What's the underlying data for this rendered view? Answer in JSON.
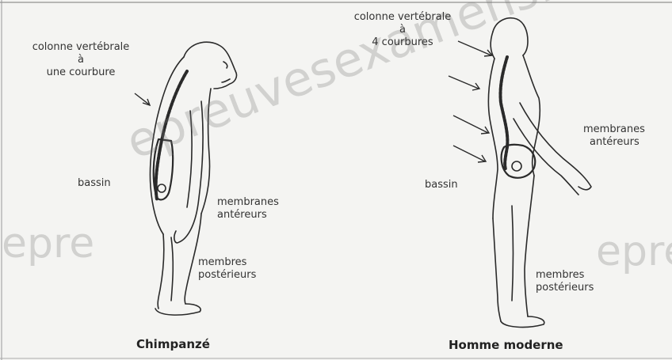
{
  "left": {
    "spine_label": [
      "colonne vertébrale",
      "à",
      "une courbure"
    ],
    "pelvis_label": "bassin",
    "forelimbs_label": [
      "membranes",
      "antéreurs"
    ],
    "hindlimbs_label": [
      "membres",
      "postérieurs"
    ],
    "caption": "Chimpanzé"
  },
  "right": {
    "spine_label": [
      "colonne vertébrale",
      "à",
      "4 courbures"
    ],
    "forelimbs_label": [
      "membranes",
      "antéreurs"
    ],
    "pelvis_label": "bassin",
    "hindlimbs_label": [
      "membres",
      "postérieurs"
    ],
    "caption": "Homme moderne"
  },
  "watermark": {
    "text_main": "epreuvesexamens.com",
    "text_left": "epre",
    "text_right": "epre",
    "color": "#8c8c8c"
  },
  "colors": {
    "line": "#2a2a2a",
    "background": "#f4f4f2"
  }
}
